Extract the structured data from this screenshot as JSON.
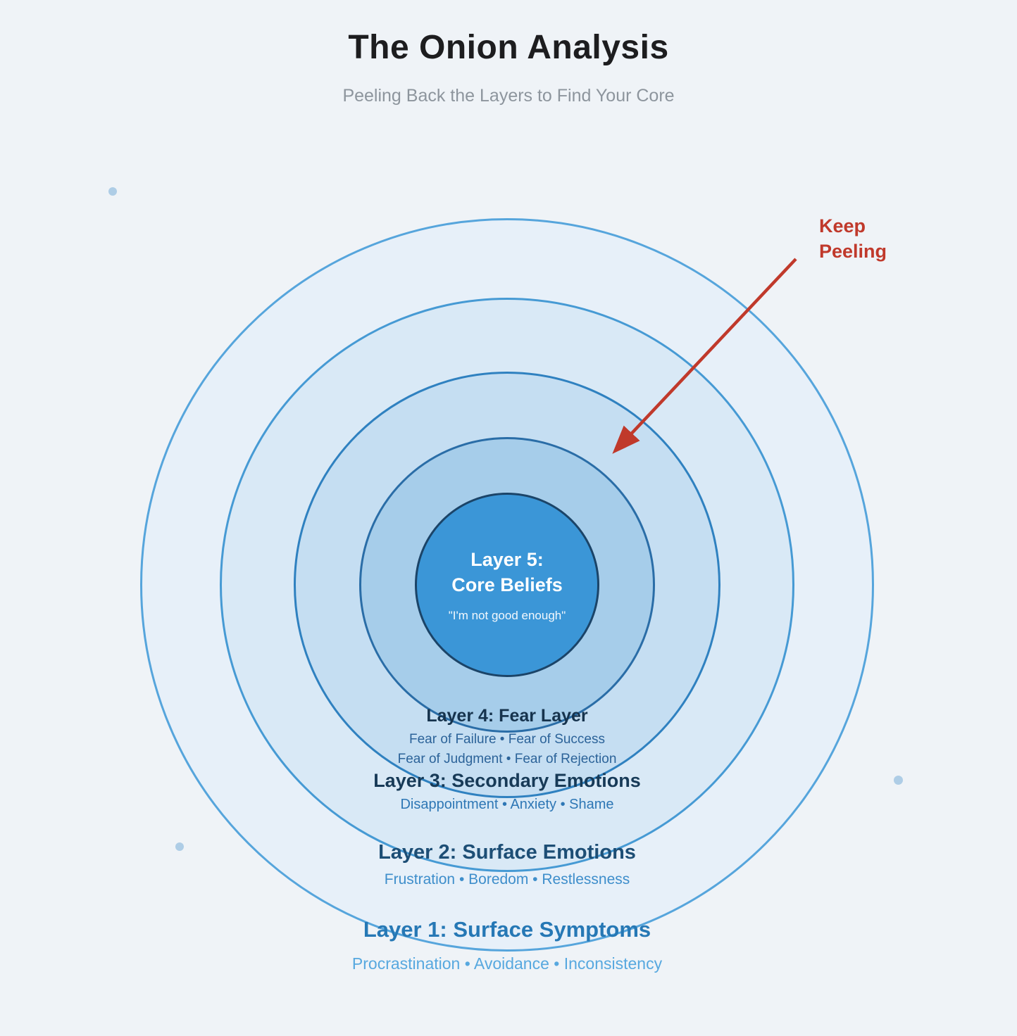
{
  "page": {
    "title": "The Onion Analysis",
    "subtitle": "Peeling Back the Layers to Find Your Core"
  },
  "annotation": {
    "line1": "Keep",
    "line2": "Peeling",
    "color": "#c0392b"
  },
  "core": {
    "line1": "Layer 5:",
    "line2": "Core Beliefs",
    "quote": "\"I'm not good enough\""
  },
  "layers": {
    "layer4": {
      "title": "Layer 4: Fear Layer",
      "detail1": "Fear of Failure • Fear of Success",
      "detail2": "Fear of Judgment • Fear of Rejection"
    },
    "layer3": {
      "title": "Layer 3: Secondary Emotions",
      "detail": "Disappointment • Anxiety • Shame"
    },
    "layer2": {
      "title": "Layer 2: Surface Emotions",
      "detail": "Frustration • Boredom • Restlessness"
    },
    "layer1": {
      "title": "Layer 1: Surface Symptoms",
      "detail": "Procrastination • Avoidance • Inconsistency"
    }
  },
  "colors": {
    "background": "#eff3f7",
    "ring1_fill": "#e7f0f9",
    "ring2_fill": "#d9e9f6",
    "ring3_fill": "#c5def2",
    "ring4_fill": "#a6cdea",
    "core_fill": "#3b96d7",
    "accent_red": "#c0392b"
  }
}
